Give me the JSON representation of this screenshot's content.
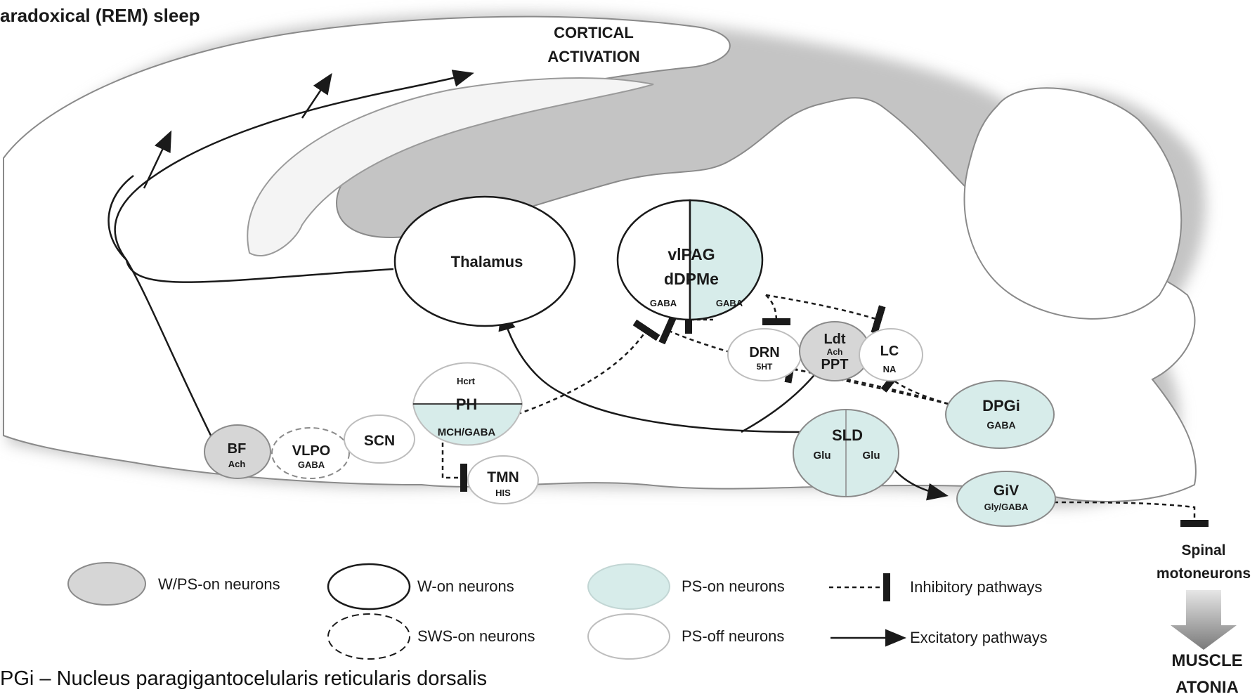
{
  "title": "aradoxical (REM) sleep",
  "cortical": [
    "CORTICAL",
    "ACTIVATION"
  ],
  "nuclei": {
    "thalamus": "Thalamus",
    "vlpag": {
      "line1": "vlPAG",
      "line2": "dDPMe",
      "left": "GABA",
      "right": "GABA"
    },
    "ph": {
      "top": "Hcrt",
      "name": "PH",
      "bottom": "MCH/GABA"
    },
    "bf": {
      "name": "BF",
      "sub": "Ach"
    },
    "vlpo": {
      "name": "VLPO",
      "sub": "GABA"
    },
    "scn": {
      "name": "SCN"
    },
    "tmn": {
      "name": "TMN",
      "sub": "HIS"
    },
    "drn": {
      "name": "DRN",
      "sub": "5HT"
    },
    "ldt": {
      "name": "Ldt",
      "sub": "Ach",
      "name2": "PPT"
    },
    "lc": {
      "name": "LC",
      "sub": "NA"
    },
    "sld": {
      "name": "SLD",
      "left": "Glu",
      "right": "Glu"
    },
    "dpgi": {
      "name": "DPGi",
      "sub": "GABA"
    },
    "giv": {
      "name": "GiV",
      "sub": "Gly/GABA"
    }
  },
  "spinal": [
    "Spinal",
    "motoneurons"
  ],
  "atonia": [
    "MUSCLE",
    "ATONIA"
  ],
  "legend": {
    "wps_on": "W/PS-on neurons",
    "w_on": "W-on neurons",
    "sws_on": "SWS-on neurons",
    "ps_on": "PS-on neurons",
    "ps_off": "PS-off neurons",
    "inhibitory": "Inhibitory pathways",
    "excitatory": "Excitatory pathways"
  },
  "footnote": "PGi – Nucleus paragigantocelularis reticularis dorsalis",
  "colors": {
    "ps_on_fill": "#d7ecea",
    "wps_on_fill": "#d6d6d6",
    "brain_shadow": "#c8c8c8",
    "line": "#1a1a1a"
  }
}
